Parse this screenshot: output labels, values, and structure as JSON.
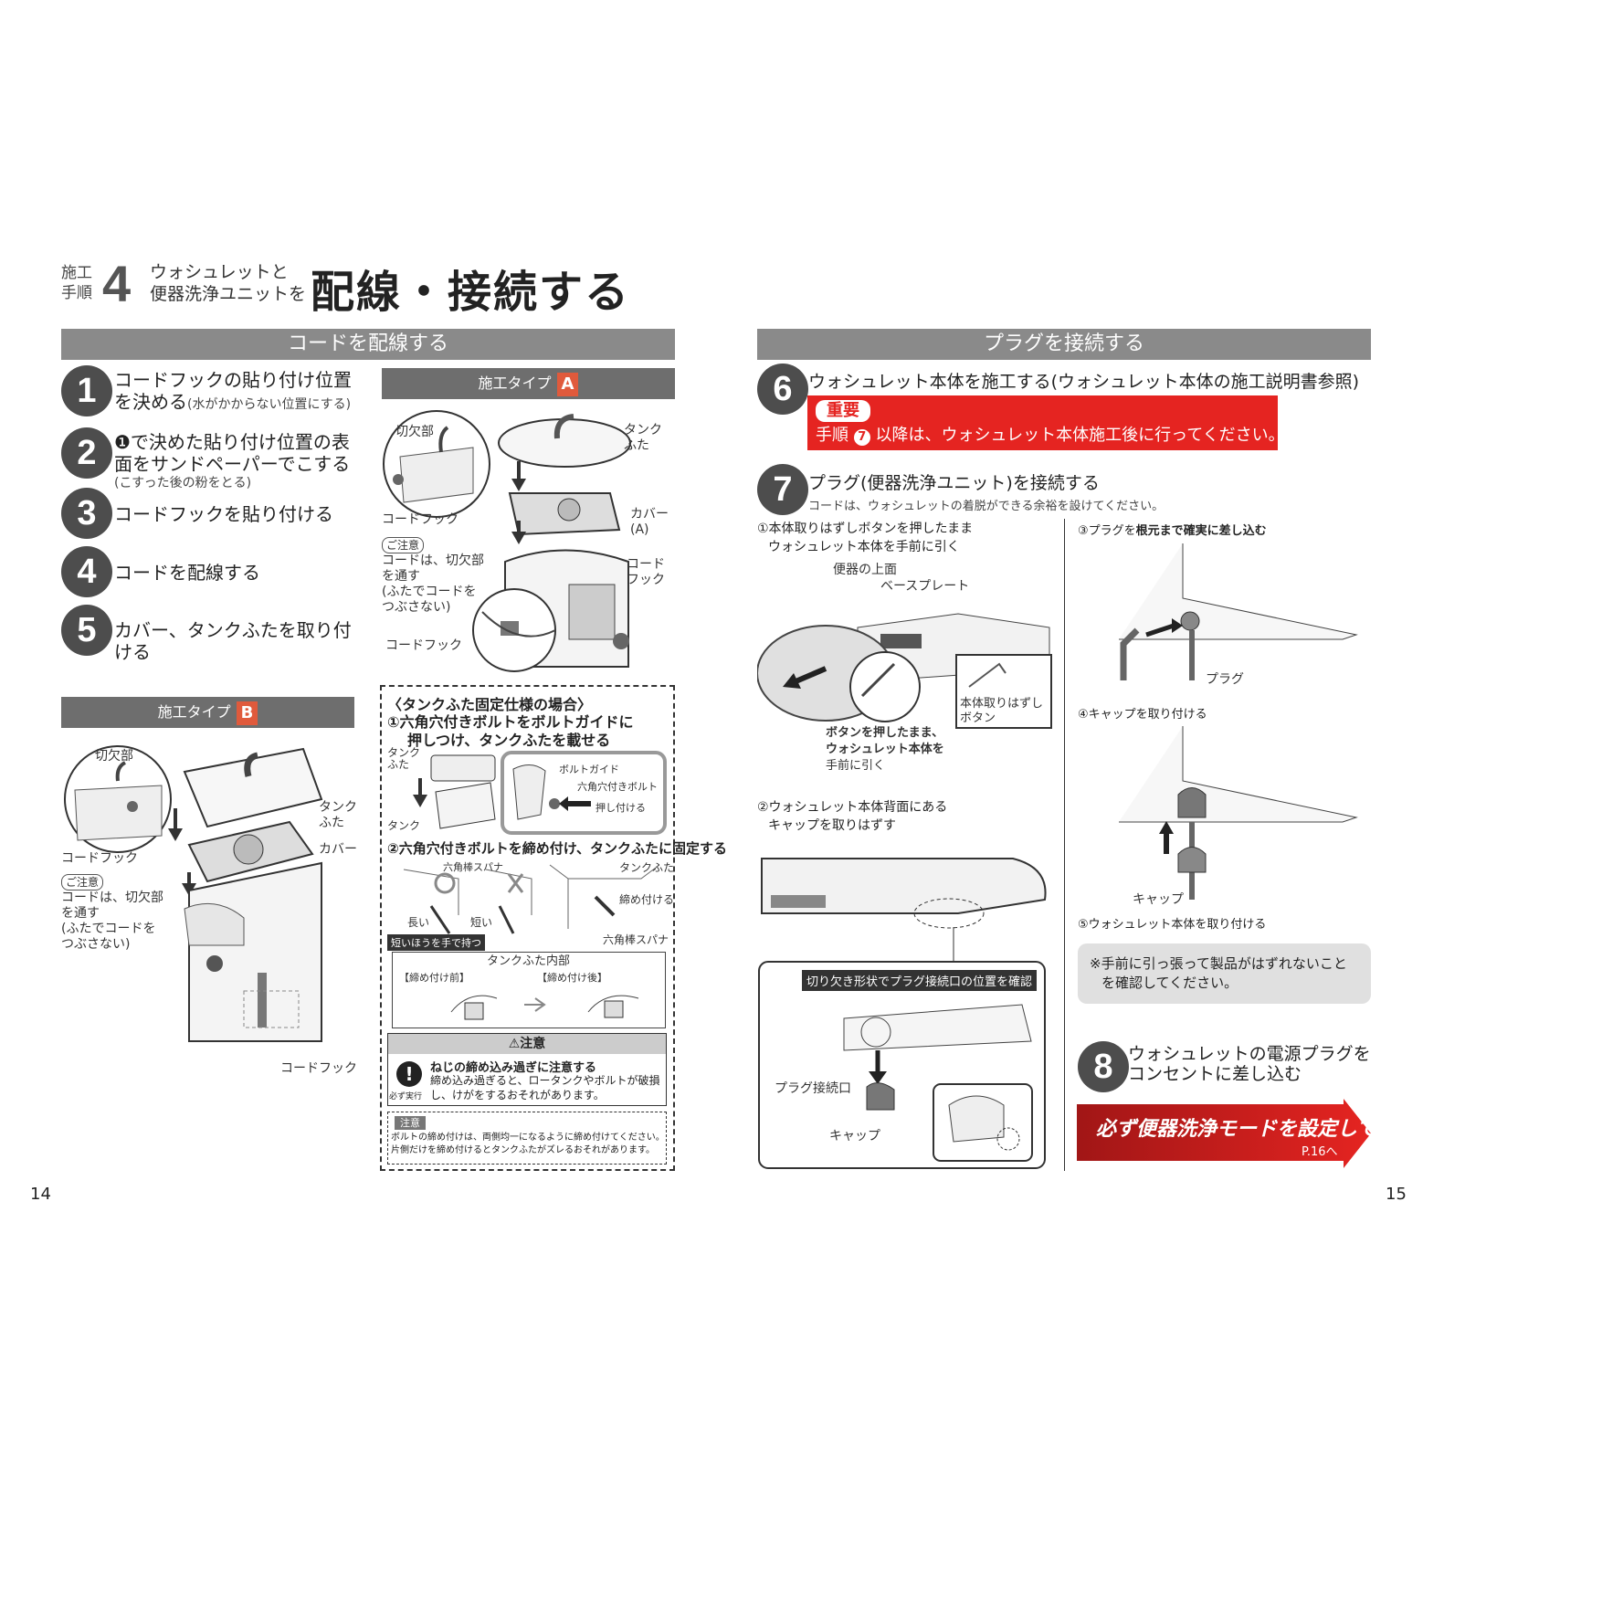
{
  "header": {
    "step_label_1": "施工",
    "step_label_2": "手順",
    "step_number": "4",
    "subtitle_1": "ウォシュレットと",
    "subtitle_2": "便器洗浄ユニットを",
    "title": "配線・接続する"
  },
  "left": {
    "section_title": "コードを配線する",
    "steps": [
      {
        "num": "1",
        "text": "コードフックの貼り付け位置",
        "text2": "を決める",
        "note": "(水がかからない位置にする)"
      },
      {
        "num": "2",
        "text": "❶で決めた貼り付け位置の表",
        "text2": "面をサンドペーパーでこする",
        "note": "(こすった後の粉をとる)"
      },
      {
        "num": "3",
        "text": "コードフックを貼り付ける"
      },
      {
        "num": "4",
        "text": "コードを配線する"
      },
      {
        "num": "5",
        "text": "カバー、タンクふたを取り付",
        "text2": "ける"
      }
    ],
    "typeA": {
      "label": "施工タイプ",
      "badge": "A",
      "labels": {
        "kirikake": "切欠部",
        "tank_futa_1": "タンク",
        "tank_futa_2": "ふた",
        "cover_1": "カバー",
        "cover_2": "(A)",
        "code_hook_1": "コードフック",
        "cord_1": "コード",
        "cord_2": "フック",
        "code_hook_2": "コードフック"
      },
      "caution_tag": "ご注意",
      "caution_lines": [
        "コードは、切欠部",
        "を通す",
        "(ふたでコードを",
        "つぶさない)"
      ]
    },
    "typeB": {
      "label": "施工タイプ",
      "badge": "B",
      "labels": {
        "kirikake": "切欠部",
        "tank_1": "タンク",
        "tank_2": "ふた",
        "cover": "カバー",
        "code_hook": "コードフック",
        "code_hook_bottom": "コードフック"
      },
      "caution_tag": "ご注意",
      "caution_lines": [
        "コードは、切欠部",
        "を通す",
        "(ふたでコードを",
        "つぶさない)"
      ]
    },
    "fixed": {
      "title": "〈タンクふた固定仕様の場合〉",
      "step1_num": "①",
      "step1_line1": "六角穴付きボルトをボルトガイドに",
      "step1_line2": "押しつけ、タンクふたを載せる",
      "tank_futa_1": "タンク",
      "tank_futa_2": "ふた",
      "tank": "タンク",
      "bolt_guide": "ボルトガイド",
      "hex_bolt": "六角穴付きボルト",
      "press": "押し付ける",
      "step2_num": "②",
      "step2_text": "六角穴付きボルトを締め付け、タンクふたに固定する",
      "hex_wrench": "六角棒スパナ",
      "tank_futa": "タンクふた",
      "tighten": "締め付ける",
      "long": "長い",
      "short": "短い",
      "hold_short": "短いほうを手で持つ",
      "hex_wrench_2": "六角棒スパナ",
      "inside_title": "タンクふた内部",
      "before": "【締め付け前】",
      "after": "【締め付け後】",
      "warning_title": "⚠注意",
      "warning_head": "ねじの締め込み過ぎに注意する",
      "warning_body_1": "締め込み過ぎると、ロータンクやボルトが破損",
      "warning_body_2": "し、けがをするおそれがあります。",
      "must": "必ず実行",
      "note_tag": "注意",
      "note_1": "ボルトの締め付けは、両側均一になるように締め付けてください。",
      "note_2": "片側だけを締め付けるとタンクふたがズレるおそれがあります。"
    },
    "page_number": "14"
  },
  "right": {
    "section_title": "プラグを接続する",
    "step6_num": "6",
    "step6_text": "ウォシュレット本体を施工する(ウォシュレット本体の施工説明書参照)",
    "important_tag": "重要",
    "important_text_1": "手順",
    "important_num": "7",
    "important_text_2": "以降は、ウォシュレット本体施工後に行ってください。",
    "step7_num": "7",
    "step7_text": "プラグ(便器洗浄ユニット)を接続する",
    "step7_note": "コードは、ウォシュレットの着脱ができる余裕を設けてください。",
    "sub1_line1": "①本体取りはずしボタンを押したまま",
    "sub1_line2": "ウォシュレット本体を手前に引く",
    "benki_top": "便器の上面",
    "base_plate": "ベースプレート",
    "release_btn_1": "本体取りはずし",
    "release_btn_2": "ボタン",
    "press_pull_1": "ボタンを押したまま、",
    "press_pull_2": "ウォシュレット本体を",
    "press_pull_3": "手前に引く",
    "sub2_line1": "②ウォシュレット本体背面にある",
    "sub2_line2": "キャップを取りはずす",
    "notch_label": "切り欠き形状でプラグ接続口の位置を確認",
    "plug_port": "プラグ接続口",
    "cap": "キャップ",
    "sub3_pre": "③プラグを",
    "sub3_bold1": "根元まで確実に差し込む",
    "plug": "プラグ",
    "sub4": "④キャップを取り付ける",
    "cap2": "キャップ",
    "sub5": "⑤ウォシュレット本体を取り付ける",
    "notice_1": "※手前に引っ張って製品がはずれないこと",
    "notice_2": "を確認してください。",
    "step8_num": "8",
    "step8_line1": "ウォシュレットの電源プラグを",
    "step8_line2": "コンセントに差し込む",
    "banner_text": "必ず便器洗浄モードを設定してください",
    "banner_ref": "P.16へ",
    "page_number": "15"
  }
}
